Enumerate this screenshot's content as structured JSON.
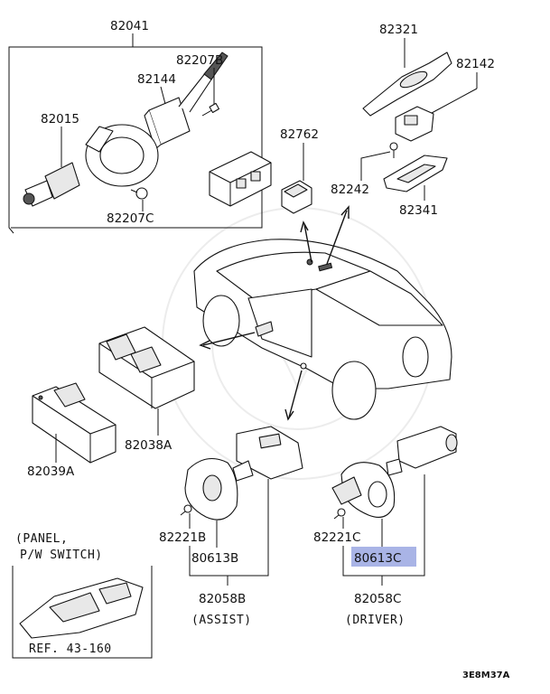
{
  "labels": {
    "p82041": "82041",
    "p82207B": "82207B",
    "p82144": "82144",
    "p82015": "82015",
    "p82207C": "82207C",
    "p82762": "82762",
    "p82321": "82321",
    "p82142": "82142",
    "p82242": "82242",
    "p82341": "82341",
    "p82038A": "82038A",
    "p82039A": "82039A",
    "p82221B": "82221B",
    "p80613B": "80613B",
    "p82058B": "82058B",
    "assist": "(ASSIST)",
    "p82221C": "82221C",
    "p80613C": "80613C",
    "p82058C": "82058C",
    "driver": "(DRIVER)",
    "panel_line1": "(PANEL,",
    "panel_line2": "P/W SWITCH)",
    "ref": "REF. 43-160",
    "code": "3E8M37A"
  },
  "highlight_color": "#a9b4e6"
}
